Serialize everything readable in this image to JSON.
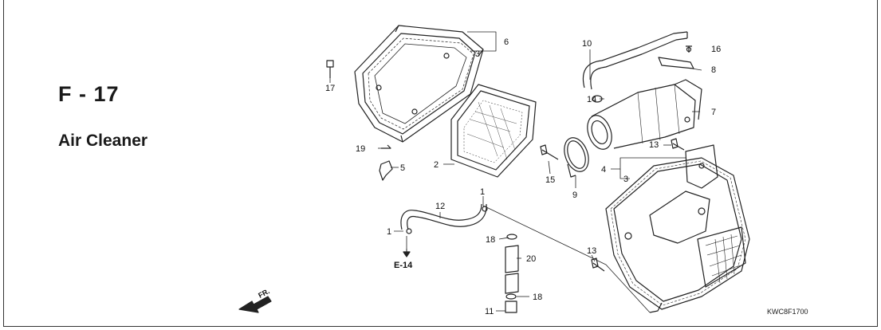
{
  "page": {
    "section_code": "F - 17",
    "section_title": "Air Cleaner",
    "figure_code": "KWC8F1700",
    "front_marker": "FR.",
    "reference": "E-14"
  },
  "callouts": [
    {
      "id": "c6",
      "label": "6"
    },
    {
      "id": "c3a",
      "label": "3"
    },
    {
      "id": "c17",
      "label": "17"
    },
    {
      "id": "c10",
      "label": "10"
    },
    {
      "id": "c16",
      "label": "16"
    },
    {
      "id": "c8",
      "label": "8"
    },
    {
      "id": "c14",
      "label": "14"
    },
    {
      "id": "c7",
      "label": "7"
    },
    {
      "id": "c19",
      "label": "19"
    },
    {
      "id": "c13a",
      "label": "13"
    },
    {
      "id": "c5",
      "label": "5"
    },
    {
      "id": "c2",
      "label": "2"
    },
    {
      "id": "c15",
      "label": "15"
    },
    {
      "id": "c9",
      "label": "9"
    },
    {
      "id": "c4",
      "label": "4"
    },
    {
      "id": "c3b",
      "label": "3"
    },
    {
      "id": "c1a",
      "label": "1"
    },
    {
      "id": "c12",
      "label": "12"
    },
    {
      "id": "c1b",
      "label": "1"
    },
    {
      "id": "c18a",
      "label": "18"
    },
    {
      "id": "c20",
      "label": "20"
    },
    {
      "id": "c13b",
      "label": "13"
    },
    {
      "id": "c18b",
      "label": "18"
    },
    {
      "id": "c11",
      "label": "11"
    }
  ]
}
